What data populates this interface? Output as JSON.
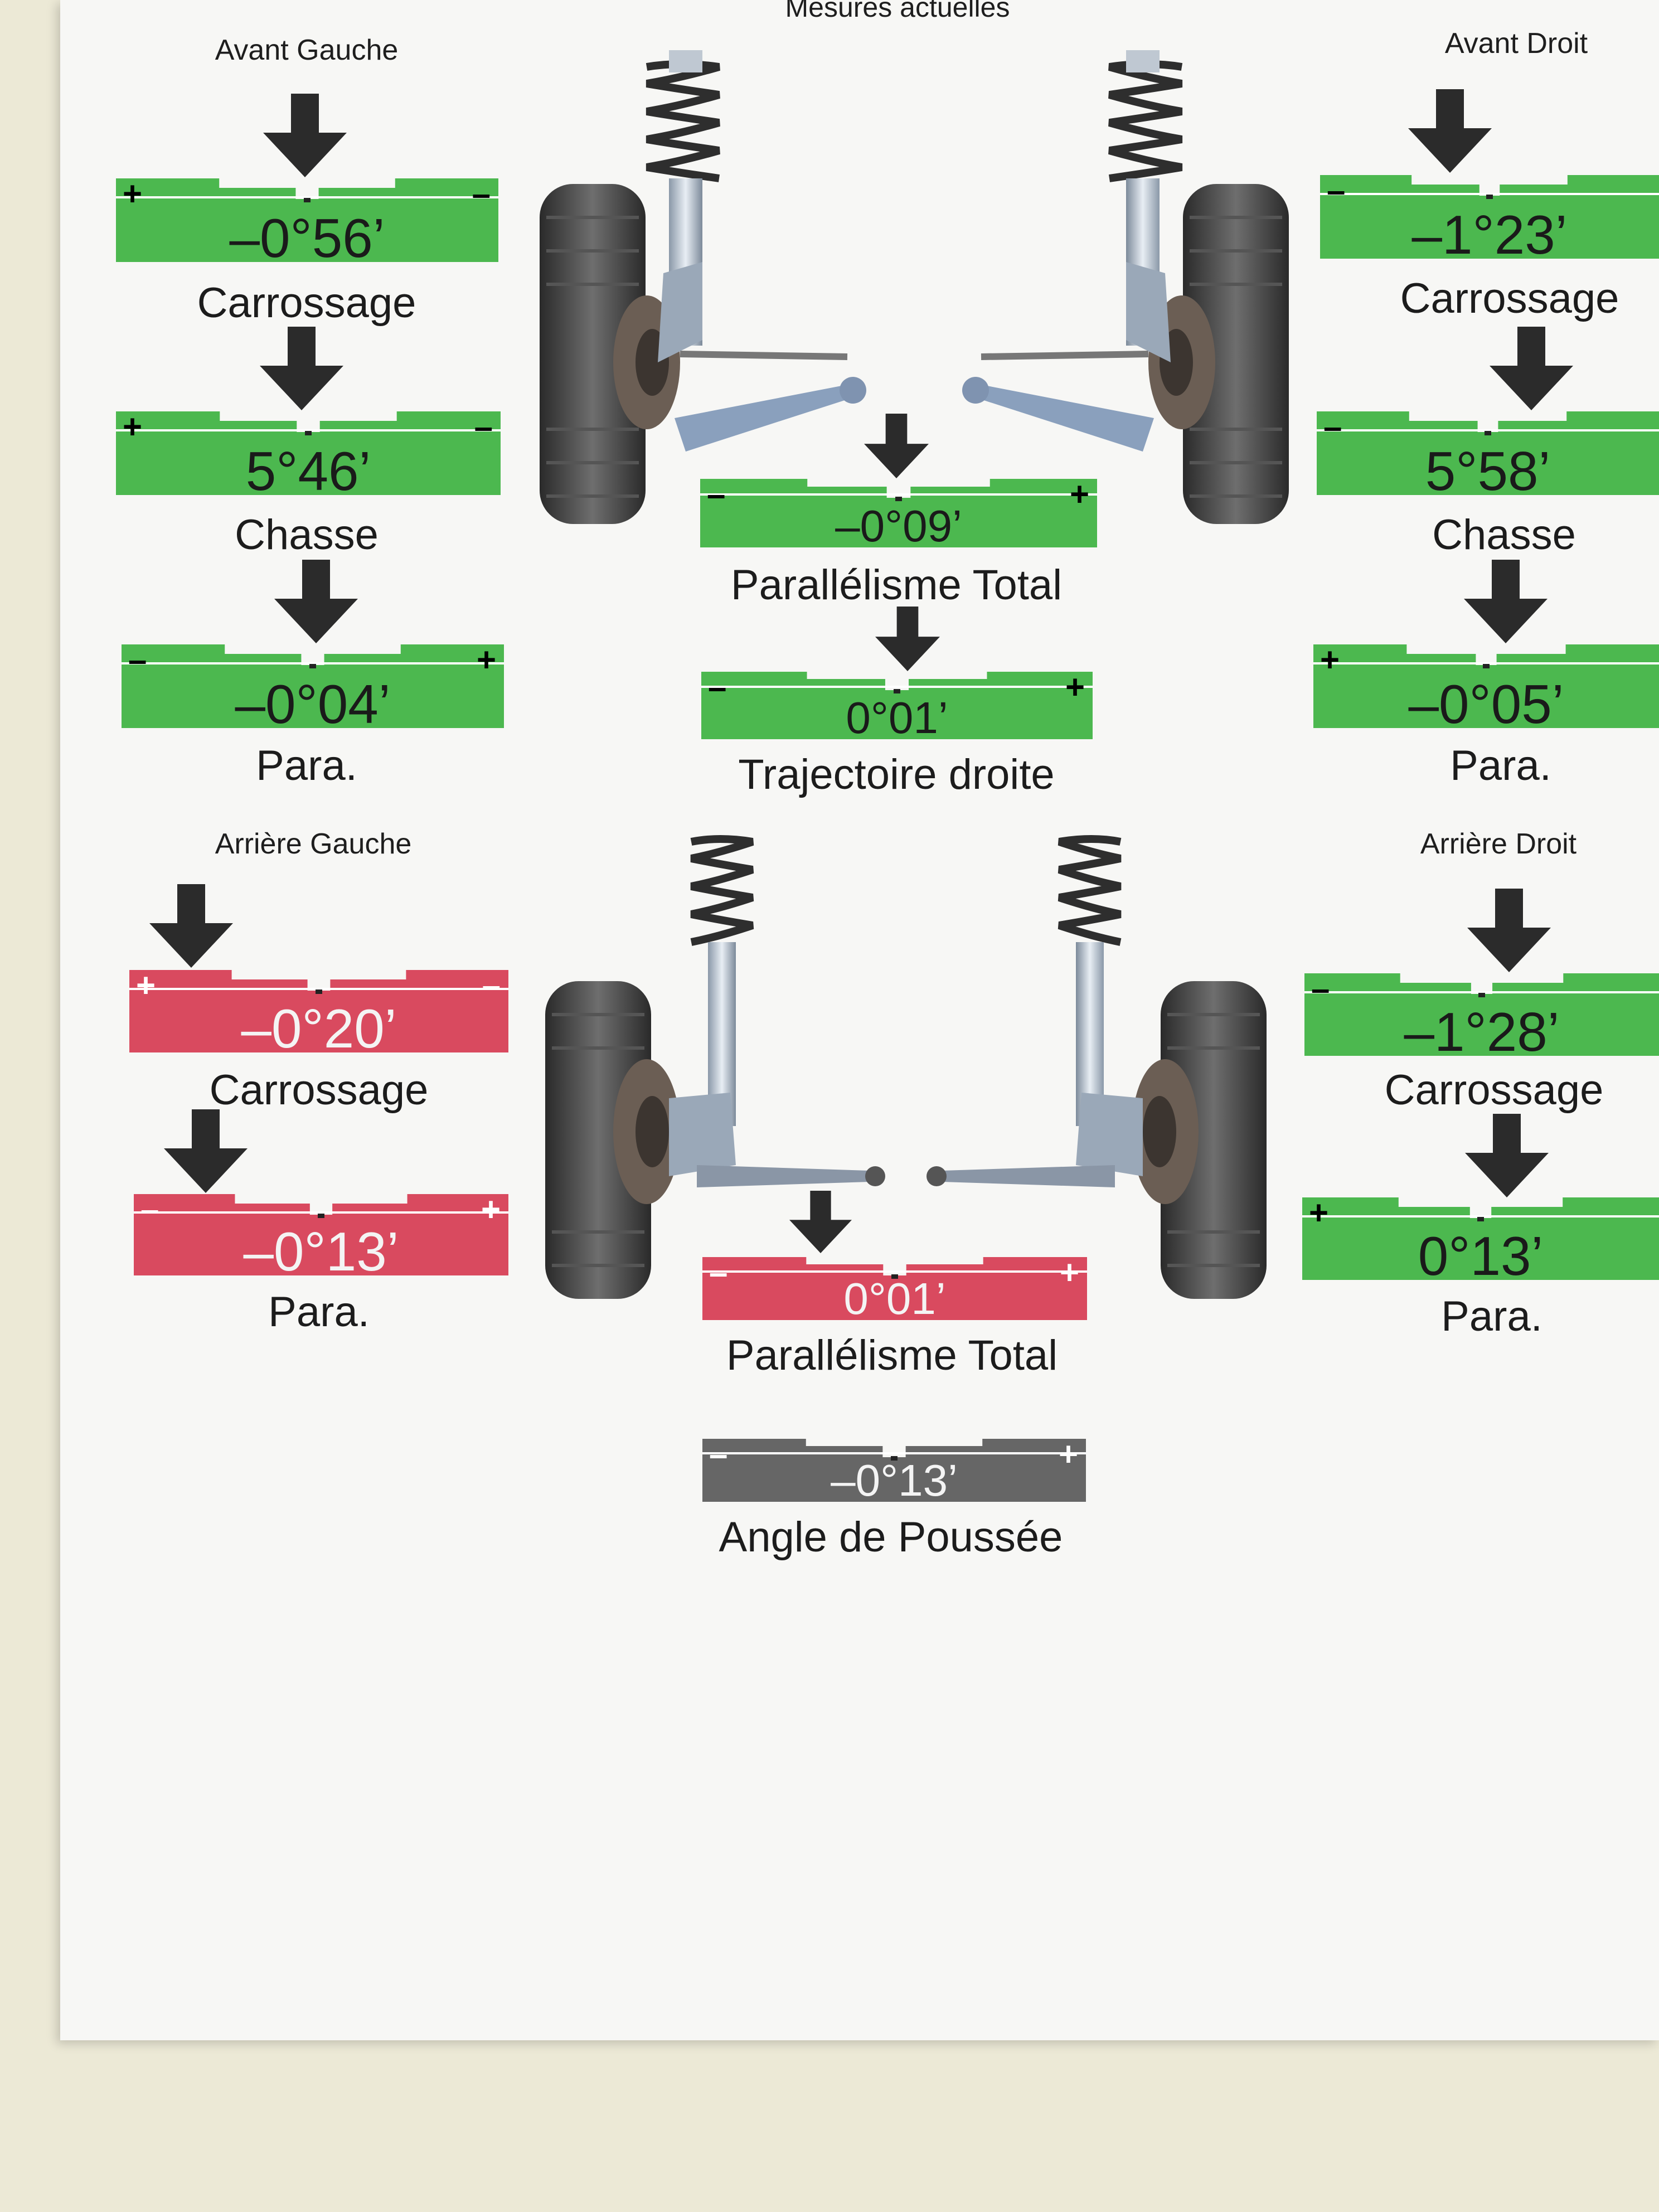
{
  "title": "Mesures actuelles",
  "sections": {
    "front_left": "Avant Gauche",
    "front_right": "Avant Droit",
    "rear_left": "Arrière Gauche",
    "rear_right": "Arrière Droit"
  },
  "colors": {
    "ok": "#4cb84f",
    "out": "#d94a5f",
    "info": "#666666"
  },
  "front": {
    "left": {
      "camber": {
        "label": "Carrossage",
        "value": "–0°56’",
        "status": "ok"
      },
      "caster": {
        "label": "Chasse",
        "value": "5°46’",
        "status": "ok"
      },
      "toe": {
        "label": "Para.",
        "value": "–0°04’",
        "status": "ok"
      }
    },
    "right": {
      "camber": {
        "label": "Carrossage",
        "value": "–1°23’",
        "status": "ok"
      },
      "caster": {
        "label": "Chasse",
        "value": "5°58’",
        "status": "ok"
      },
      "toe": {
        "label": "Para.",
        "value": "–0°05’",
        "status": "ok"
      }
    },
    "total_toe": {
      "label": "Parallélisme Total",
      "value": "–0°09’",
      "status": "ok"
    },
    "straight_ahead": {
      "label": "Trajectoire droite",
      "value": "0°01’",
      "status": "ok"
    }
  },
  "rear": {
    "left": {
      "camber": {
        "label": "Carrossage",
        "value": "–0°20’",
        "status": "out"
      },
      "toe": {
        "label": "Para.",
        "value": "–0°13’",
        "status": "out"
      }
    },
    "right": {
      "camber": {
        "label": "Carrossage",
        "value": "–1°28’",
        "status": "ok"
      },
      "toe": {
        "label": "Para.",
        "value": "0°13’",
        "status": "ok"
      }
    },
    "total_toe": {
      "label": "Parallélisme Total",
      "value": "0°01’",
      "status": "out"
    },
    "thrust_angle": {
      "label": "Angle de Poussée",
      "value": "–0°13’",
      "status": "info"
    }
  },
  "signs": {
    "plus": "+",
    "minus": "–"
  }
}
